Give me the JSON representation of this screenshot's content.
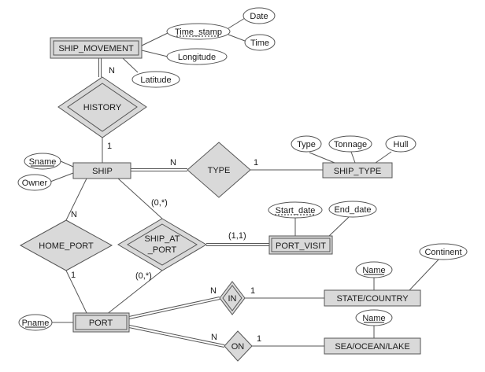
{
  "entities": {
    "ship_movement": "SHIP_MOVEMENT",
    "ship": "SHIP",
    "ship_type": "SHIP_TYPE",
    "port_visit": "PORT_VISIT",
    "state_country": "STATE/COUNTRY",
    "port": "PORT",
    "sea_ocean_lake": "SEA/OCEAN/LAKE"
  },
  "relationships": {
    "history": "HISTORY",
    "type": "TYPE",
    "home_port": "HOME_PORT",
    "ship_at_port_line1": "SHIP_AT",
    "ship_at_port_line2": "_PORT",
    "in": "IN",
    "on": "ON"
  },
  "attributes": {
    "time_stamp": "Time_stamp",
    "date": "Date",
    "time": "Time",
    "longitude": "Longitude",
    "latitude": "Latitude",
    "sname": "Sname",
    "owner": "Owner",
    "type": "Type",
    "tonnage": "Tonnage",
    "hull": "Hull",
    "start_date": "Start_date",
    "end_date": "End_date",
    "continent": "Continent",
    "state_name": "Name",
    "pname": "Pname",
    "sea_name": "Name"
  },
  "cardinalities": {
    "history_ship_movement": "N",
    "history_ship": "1",
    "type_ship": "N",
    "type_ship_type": "1",
    "home_port_ship": "N",
    "home_port_port": "1",
    "ship_at_port_ship": "(0,*)",
    "ship_at_port_port": "(0,*)",
    "ship_at_port_port_visit": "(1,1)",
    "in_port": "N",
    "in_state_country": "1",
    "on_port": "N",
    "on_sea_ocean_lake": "1"
  }
}
